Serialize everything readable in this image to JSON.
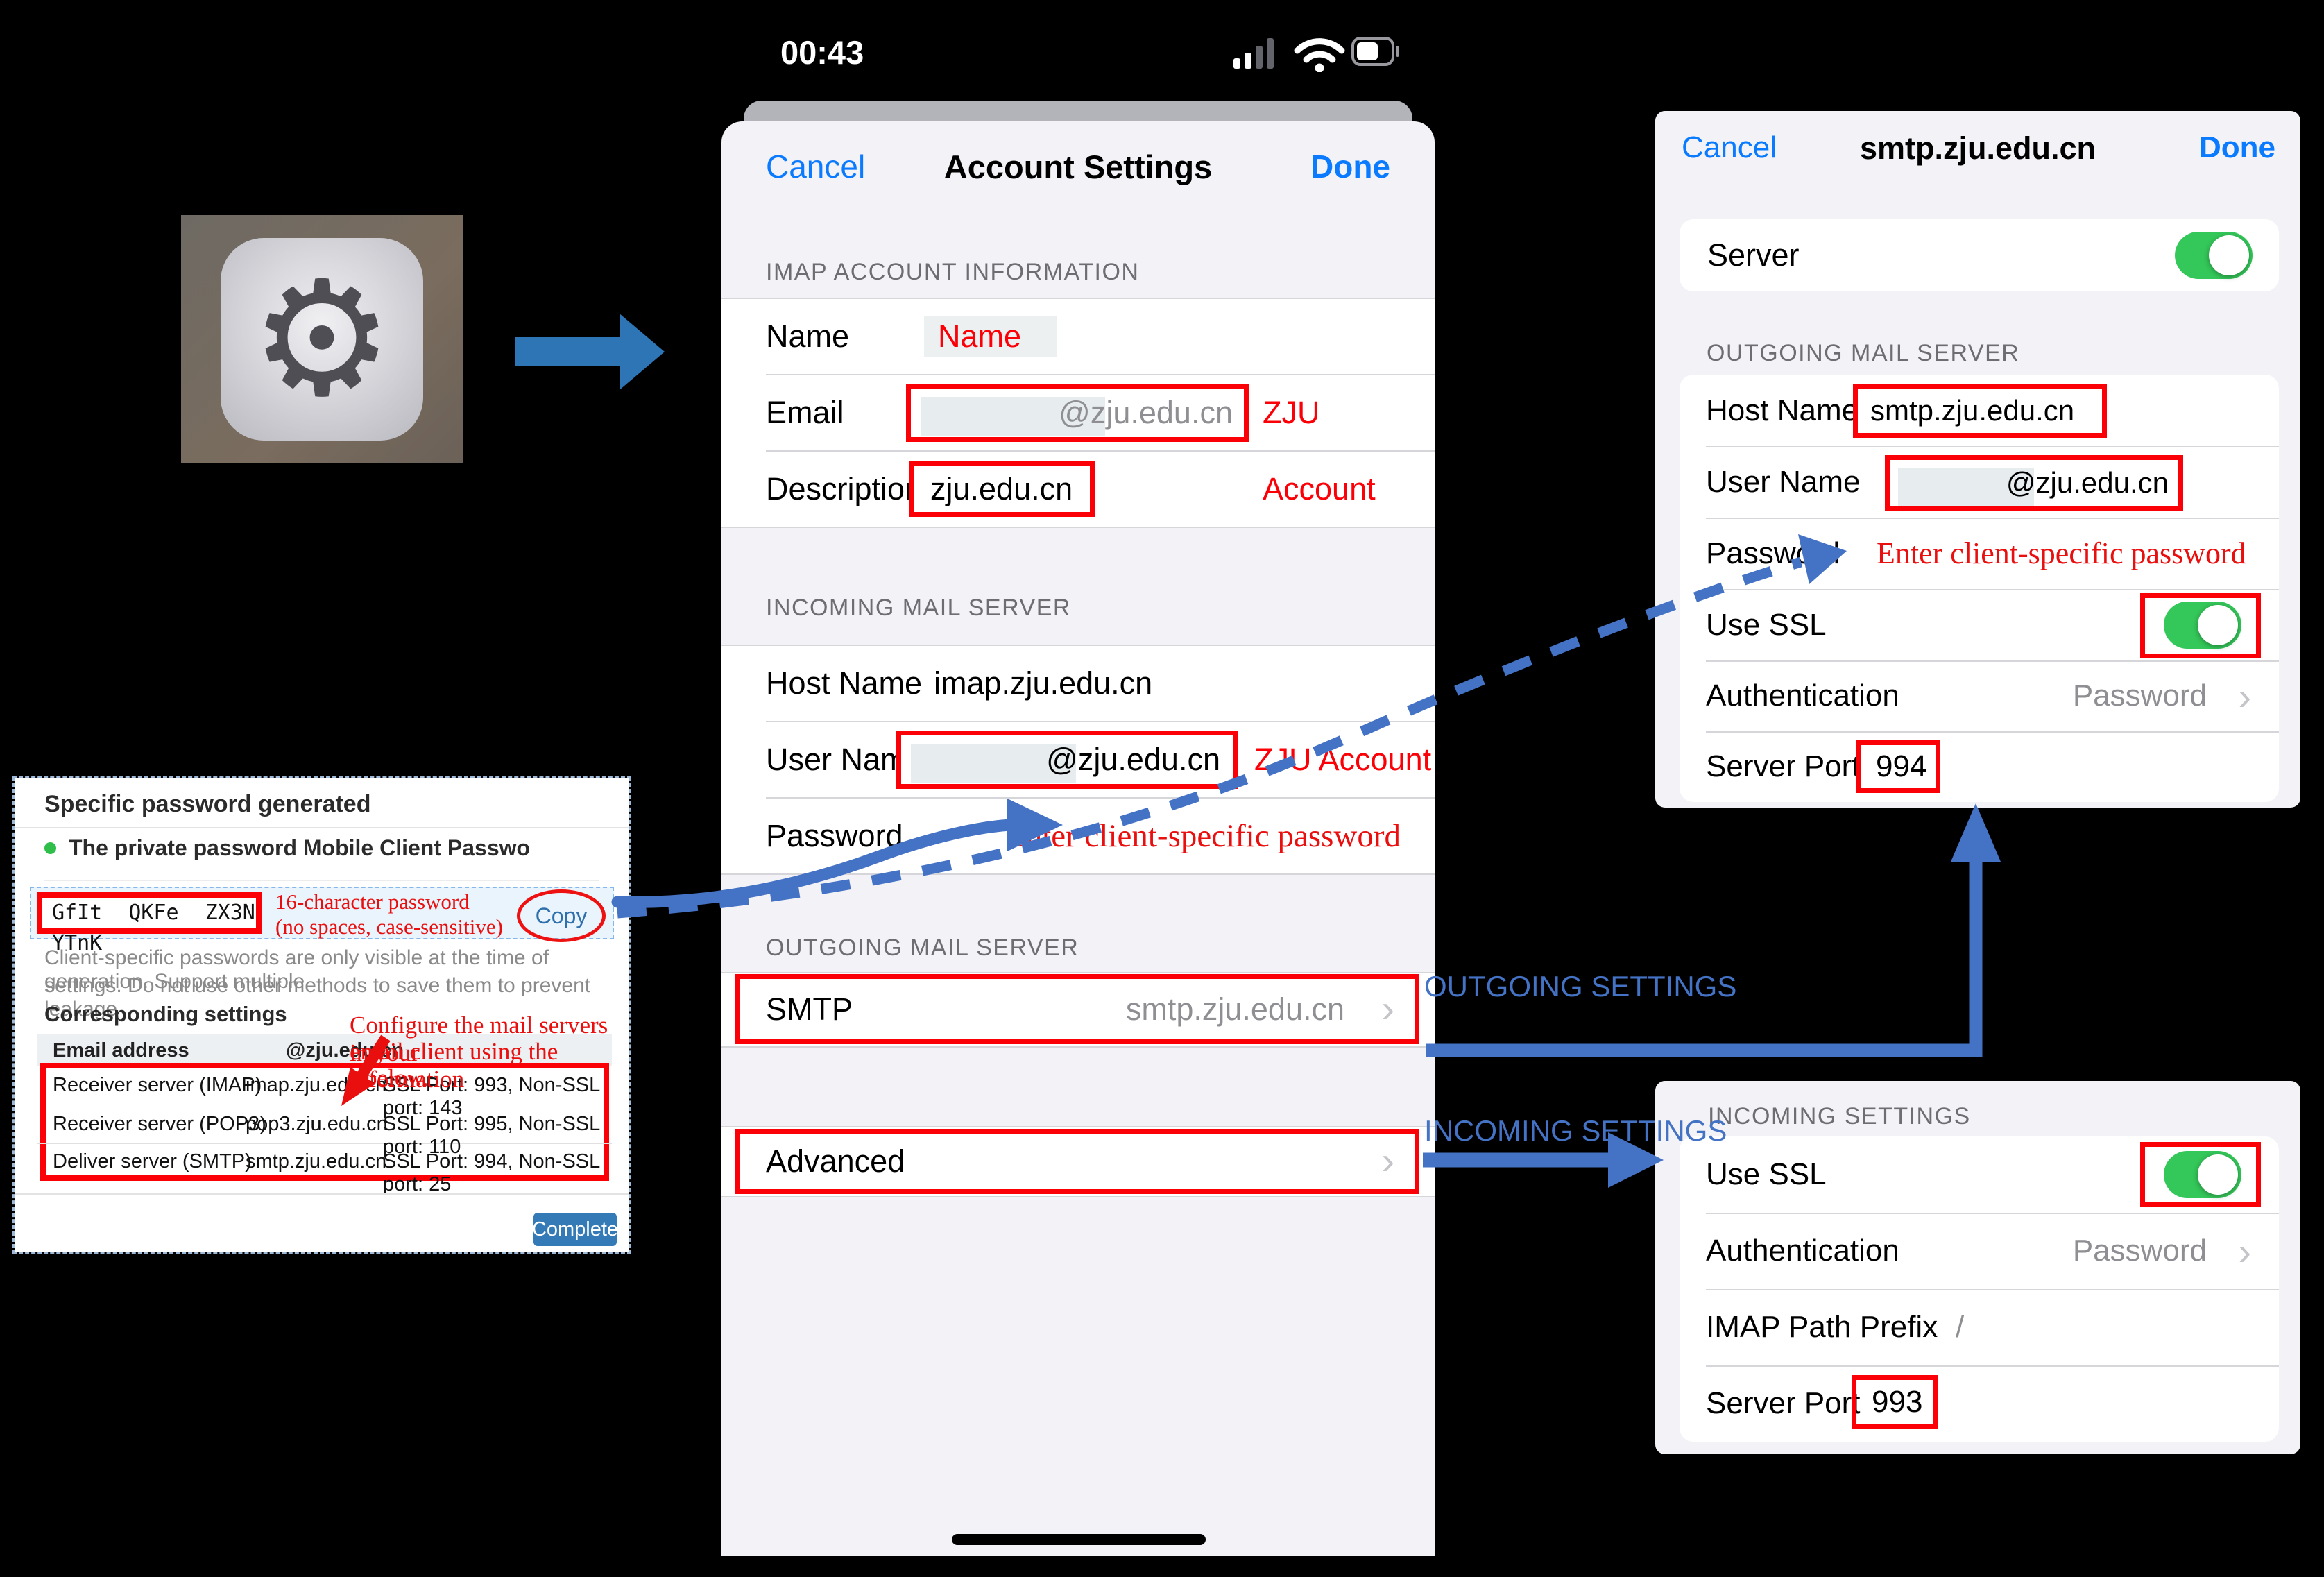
{
  "colors": {
    "accent_blue": "#0a7aff",
    "annotation_blue": "#4472c4",
    "annotation_red": "#fb0007",
    "toggle_green": "#34c759",
    "complete_blue": "#337ab7"
  },
  "status_bar": {
    "time": "00:43"
  },
  "glyphs": {
    "chevron": "›",
    "gear": "⚙"
  },
  "phone": {
    "nav": {
      "cancel": "Cancel",
      "title": "Account Settings",
      "done": "Done"
    },
    "imap_section": "IMAP ACCOUNT INFORMATION",
    "name_row": {
      "label": "Name",
      "value": "Name"
    },
    "email_row": {
      "label": "Email",
      "suffix": "@zju.edu.cn",
      "note": "ZJU Account"
    },
    "description_row": {
      "label": "Description",
      "value": "zju.edu.cn"
    },
    "incoming_section": "INCOMING MAIL SERVER",
    "host_row": {
      "label": "Host Name",
      "value": "imap.zju.edu.cn"
    },
    "user_row": {
      "label": "User Name",
      "suffix": "@zju.edu.cn",
      "note": "ZJU Account"
    },
    "password_row": {
      "label": "Password",
      "note": "Enter client-specific password"
    },
    "outgoing_section": "OUTGOING MAIL SERVER",
    "smtp_row": {
      "label": "SMTP",
      "value": "smtp.zju.edu.cn"
    },
    "advanced_row": {
      "label": "Advanced"
    }
  },
  "flow_labels": {
    "outgoing": "OUTGOING SETTINGS",
    "incoming": "INCOMING SETTINGS"
  },
  "smtp_panel": {
    "nav": {
      "cancel": "Cancel",
      "title": "smtp.zju.edu.cn",
      "done": "Done"
    },
    "server_row": {
      "label": "Server"
    },
    "outgoing_section": "OUTGOING MAIL SERVER",
    "host_row": {
      "label": "Host Name",
      "value": "smtp.zju.edu.cn"
    },
    "user_row": {
      "label": "User Name",
      "suffix": "@zju.edu.cn"
    },
    "password_row": {
      "label": "Password",
      "note": "Enter client-specific password"
    },
    "ssl_row": {
      "label": "Use SSL"
    },
    "auth_row": {
      "label": "Authentication",
      "value": "Password"
    },
    "port_row": {
      "label": "Server Port",
      "value": "994"
    }
  },
  "incoming_panel": {
    "section": "INCOMING SETTINGS",
    "ssl_row": {
      "label": "Use SSL"
    },
    "auth_row": {
      "label": "Authentication",
      "value": "Password"
    },
    "imap_path_row": {
      "label": "IMAP Path Prefix",
      "value": "/"
    },
    "port_row": {
      "label": "Server Port",
      "value": "993"
    }
  },
  "dialog": {
    "title": "Specific password generated",
    "subtitle": "The private password Mobile Client Passwo",
    "password": "GfIt QKFe ZX3N YTnK",
    "password_note_line1": "16-character password",
    "password_note_line2": "(no spaces, case-sensitive)",
    "copy": "Copy",
    "body_line1": "Client-specific passwords are only visible at the time of generation. Support multiple",
    "body_line2": "settings. Do not use other methods to save them to prevent leakage",
    "settings_heading": "Corresponding settings",
    "config_note_line1": "Configure the mail servers in your",
    "config_note_line2": "email client using the information",
    "config_note_line3": "below.",
    "table": {
      "header": {
        "col1": "Email address",
        "col2": "@zju.edu.cn"
      },
      "rows": [
        {
          "name": "Receiver server (IMAP)",
          "host": "imap.zju.edu.cn",
          "ports": "SSL Port: 993, Non-SSL port: 143"
        },
        {
          "name": "Receiver server (POP3)",
          "host": "pop3.zju.edu.cn",
          "ports": "SSL Port: 995, Non-SSL port: 110"
        },
        {
          "name": "Deliver server (SMTP)",
          "host": "smtp.zju.edu.cn",
          "ports": "SSL Port: 994, Non-SSL port: 25"
        }
      ]
    },
    "complete": "Complete"
  }
}
